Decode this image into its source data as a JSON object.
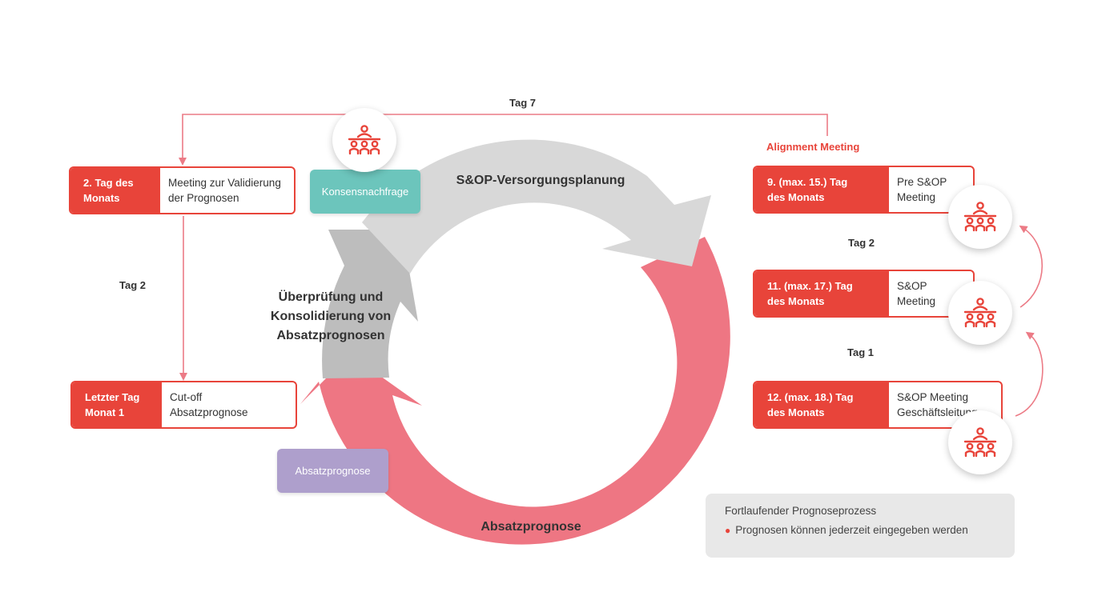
{
  "colors": {
    "accent_red": "#e8443a",
    "arc_pink": "#ee7683",
    "arc_light_gray": "#d8d8d8",
    "arc_gray": "#bdbdbd",
    "connector_pink": "#ec7b86",
    "pill_teal": "#6cc5bc",
    "pill_purple": "#ae9fcc",
    "note_bg": "#e8e8e8"
  },
  "cycle": {
    "top_label": "S&OP-Versorgungsplanung",
    "left_label": [
      "Überprüfung und",
      "Konsolidierung von",
      "Absatzprognosen"
    ],
    "bottom_label": "Absatzprognose"
  },
  "pills": {
    "consensus": "Konsensnachfrage",
    "sales_forecast": "Absatzprognose"
  },
  "left_steps": [
    {
      "day": "2. Tag des\nMonats",
      "desc": "Meeting zur Validierung\nder Prognosen"
    },
    {
      "day": "Letzter Tag\nMonat 1",
      "desc": "Cut-off\nAbsatzprognose"
    }
  ],
  "right_steps": [
    {
      "day": "9. (max. 15.) Tag\ndes Monats",
      "desc": "Pre S&OP\nMeeting"
    },
    {
      "day": "11. (max. 17.) Tag\ndes Monats",
      "desc": "S&OP\nMeeting"
    },
    {
      "day": "12. (max. 18.) Tag\ndes Monats",
      "desc": "S&OP Meeting\nGeschäftsleitung"
    }
  ],
  "tags": {
    "top": "Tag 7",
    "left": "Tag 2",
    "right_upper": "Tag 2",
    "right_lower": "Tag 1"
  },
  "alignment_label": "Alignment Meeting",
  "meeting_icon": "meeting-people-icon",
  "note": {
    "title": "Fortlaufender Prognoseprozess",
    "bullet": "Prognosen können jederzeit eingegeben werden"
  }
}
